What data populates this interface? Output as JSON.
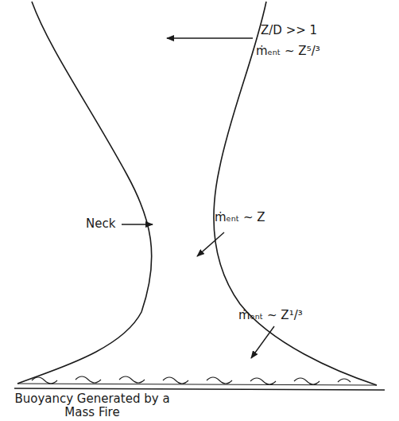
{
  "diagram": {
    "labels": [
      "Z/D >> 1",
      "ṁₑₙₜ ~ Z⁵/³",
      "Neck",
      "ṁₑₙₜ ~ Z",
      "ṁₑₙₜ ~ Z¹/³",
      "Buoyancy Generated by a Mass Fire"
    ]
  }
}
